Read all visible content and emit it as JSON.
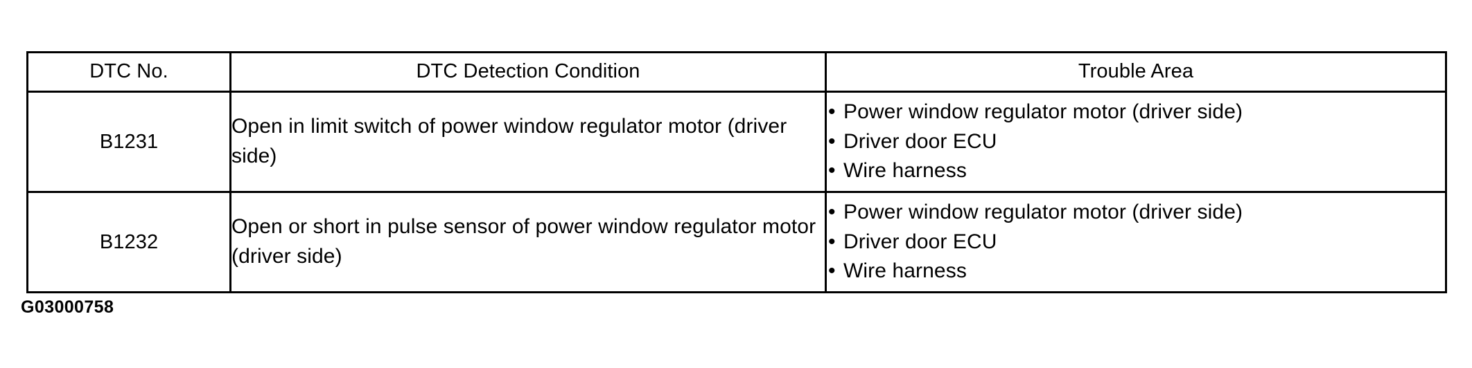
{
  "table": {
    "headers": [
      {
        "label": "DTC No."
      },
      {
        "label": "DTC Detection Condition"
      },
      {
        "label": "Trouble Area"
      }
    ],
    "rows": [
      {
        "dtc_no": "B1231",
        "condition": "Open in limit switch of power window regulator motor (driver side)",
        "trouble_area": [
          "Power window regulator motor (driver side)",
          "Driver door ECU",
          "Wire harness"
        ]
      },
      {
        "dtc_no": "B1232",
        "condition": "Open or short in pulse sensor of power window regulator motor (driver side)",
        "trouble_area": [
          "Power window regulator motor (driver side)",
          "Driver door ECU",
          "Wire harness"
        ]
      }
    ]
  },
  "figure_id": "G03000758",
  "bullet_glyph": "•",
  "colors": {
    "border": "#000000",
    "text": "#000000",
    "background": "#ffffff"
  }
}
